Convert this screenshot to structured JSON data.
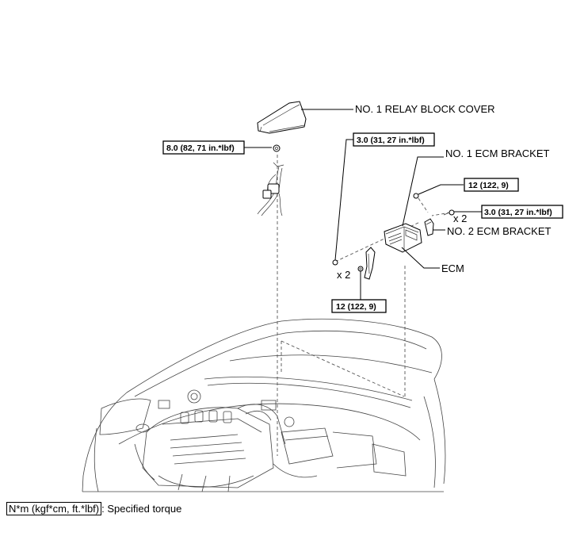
{
  "labels": {
    "relay_block_cover": "NO. 1 RELAY BLOCK COVER",
    "no1_ecm_bracket": "NO. 1 ECM BRACKET",
    "no2_ecm_bracket": "NO. 2 ECM BRACKET",
    "ecm": "ECM"
  },
  "torques": {
    "nut_relay": "8.0 (82, 71 in.*lbf)",
    "bolt_left": "3.0 (31, 27 in.*lbf)",
    "nut_upper": "12 (122, 9)",
    "bolt_right": "3.0 (31, 27 in.*lbf)",
    "nut_lower": "12 (122, 9)"
  },
  "quantities": {
    "right_bolts": "x 2",
    "left_bolts": "x 2"
  },
  "legend": {
    "sample": "N*m (kgf*cm, ft.*lbf)",
    "text": ": Specified torque"
  }
}
